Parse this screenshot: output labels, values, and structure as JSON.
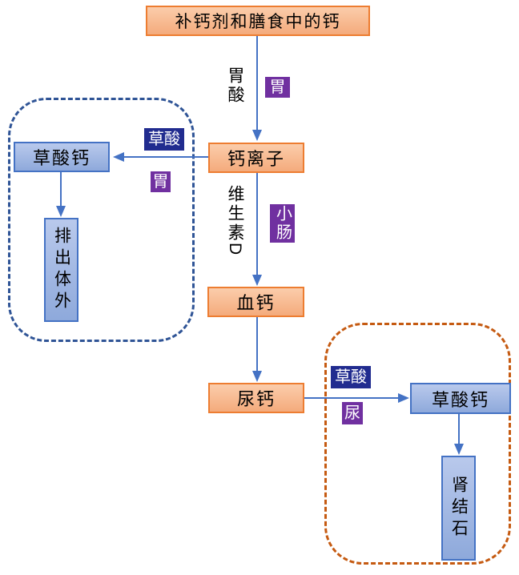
{
  "diagram": {
    "description": "补钙剂和膳食中的钙代谢流程图"
  },
  "nodes": {
    "source": "补钙剂和膳食中的钙",
    "calcium_ion": "钙离子",
    "blood_calcium": "血钙",
    "urine_calcium": "尿钙",
    "calcium_oxalate_left": "草酸钙",
    "excrete_body": "排出体外",
    "calcium_oxalate_right": "草酸钙",
    "kidney_stone": "肾结石"
  },
  "edge_labels": {
    "gastric_acid": "胃酸",
    "vitamin_d": "维生素D",
    "stomach_badge_top": "胃",
    "oxalic_acid_left": "草酸",
    "stomach_badge_left": "胃",
    "small_intestine_badge": "小肠",
    "oxalic_acid_right": "草酸",
    "urine_badge": "尿"
  },
  "colors": {
    "orange_fill_top": "#FBCDAB",
    "orange_fill_bottom": "#F4AB7C",
    "orange_border": "#ED7D31",
    "blue_fill_top": "#B9C9EC",
    "blue_fill_bottom": "#8EA9DB",
    "blue_border": "#4472C4",
    "arrow": "#4472C4",
    "badge_purple": "#7030A0",
    "badge_navy": "#212C8F",
    "dashed_blue": "#2F5496",
    "dashed_orange": "#C55A11",
    "text": "#000000"
  }
}
